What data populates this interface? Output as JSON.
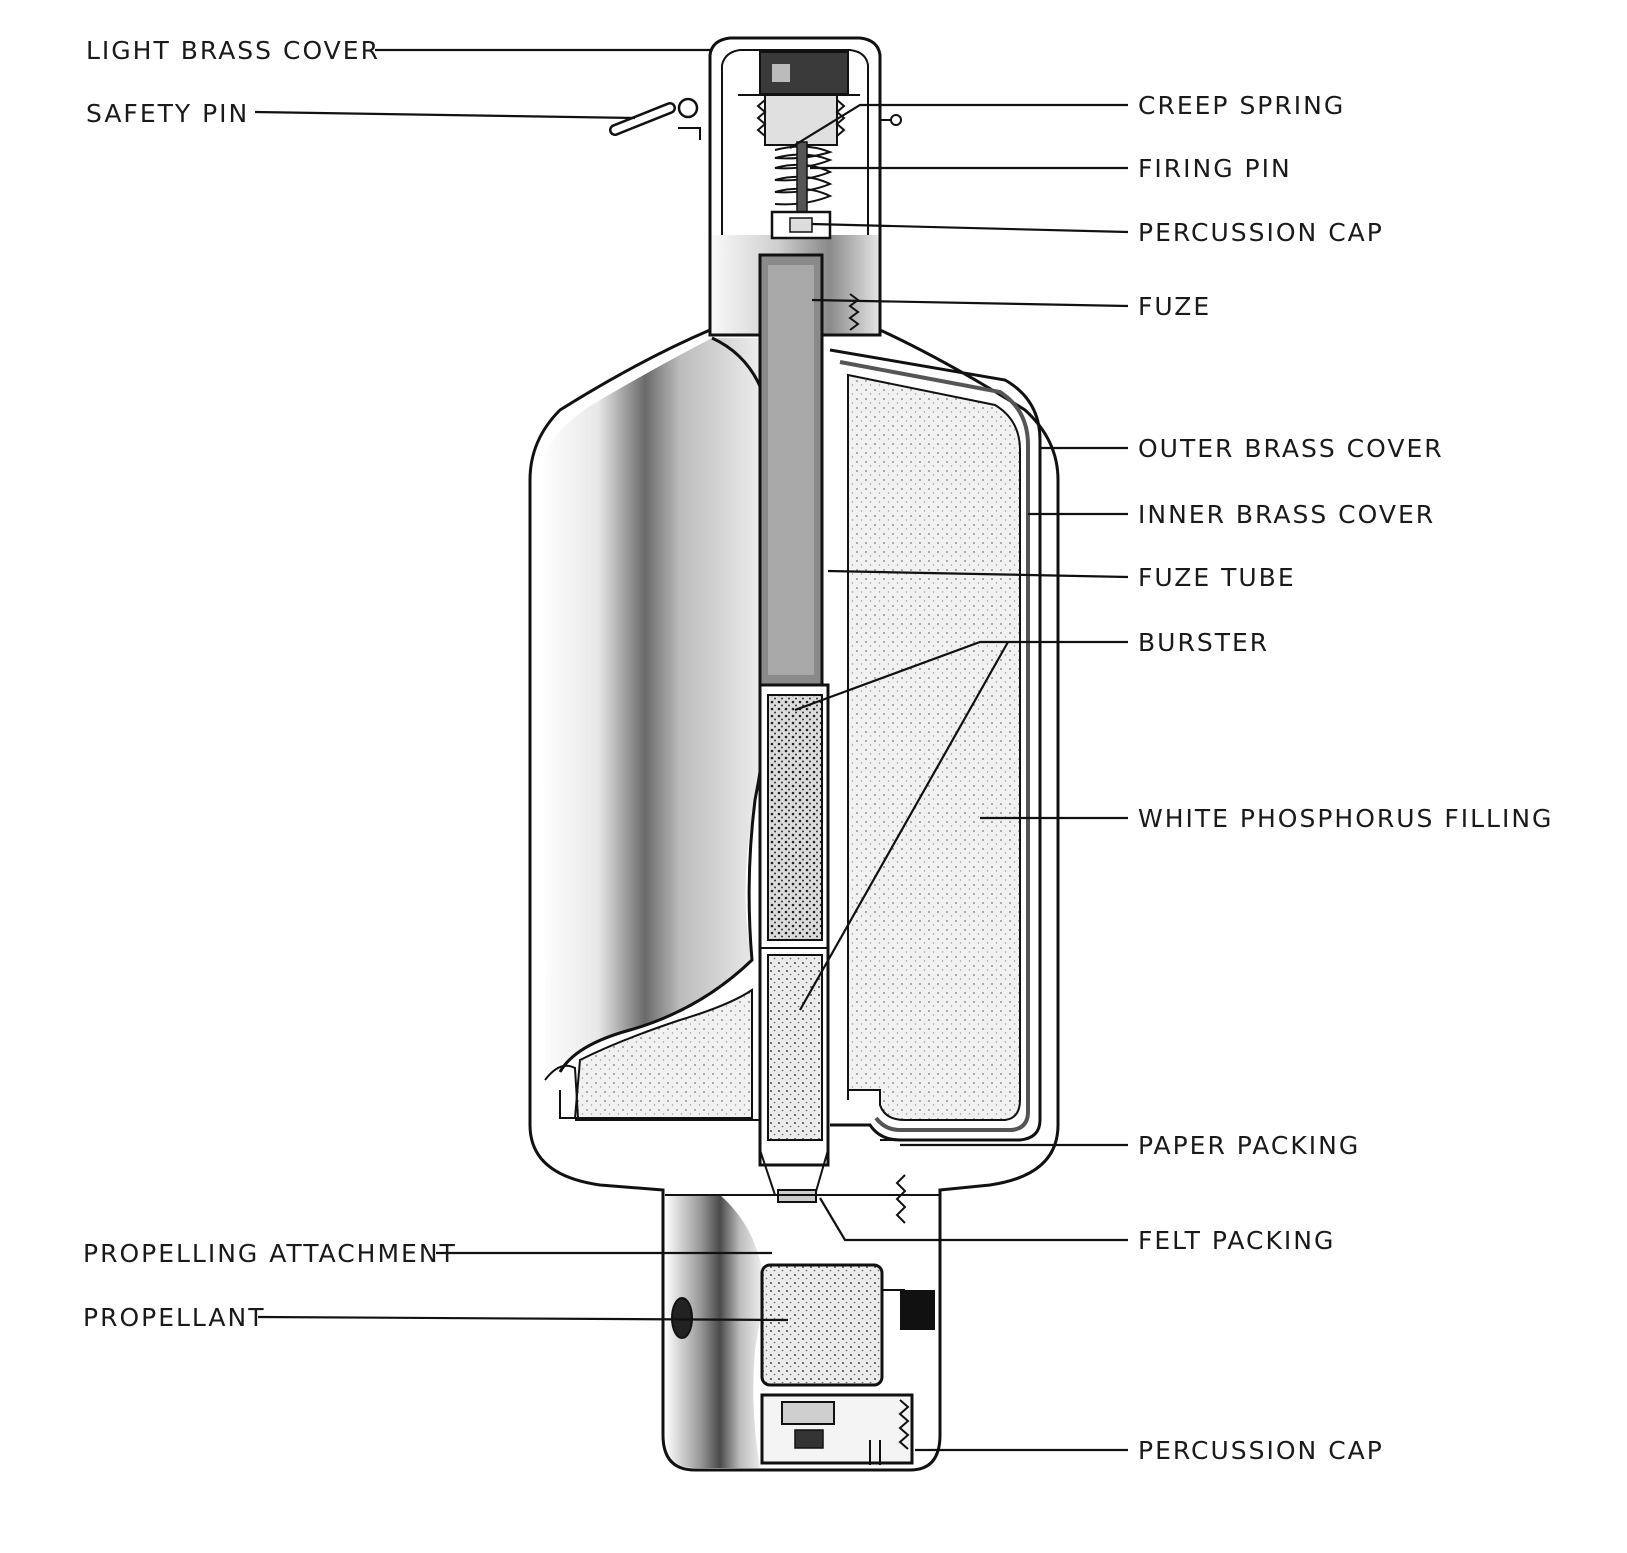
{
  "labels": {
    "light_brass_cover": "LIGHT BRASS COVER",
    "safety_pin": "SAFETY PIN",
    "creep_spring": "CREEP SPRING",
    "firing_pin": "FIRING PIN",
    "percussion_cap_top": "PERCUSSION CAP",
    "fuze": "FUZE",
    "outer_brass_cover": "OUTER BRASS COVER",
    "inner_brass_cover": "INNER BRASS COVER",
    "fuze_tube": "FUZE TUBE",
    "burster": "BURSTER",
    "white_phosphorus_filling": "WHITE PHOSPHORUS FILLING",
    "paper_packing": "PAPER PACKING",
    "felt_packing": "FELT PACKING",
    "propelling_attachment": "PROPELLING ATTACHMENT",
    "propellant": "PROPELLANT",
    "percussion_cap_bottom": "PERCUSSION CAP"
  }
}
